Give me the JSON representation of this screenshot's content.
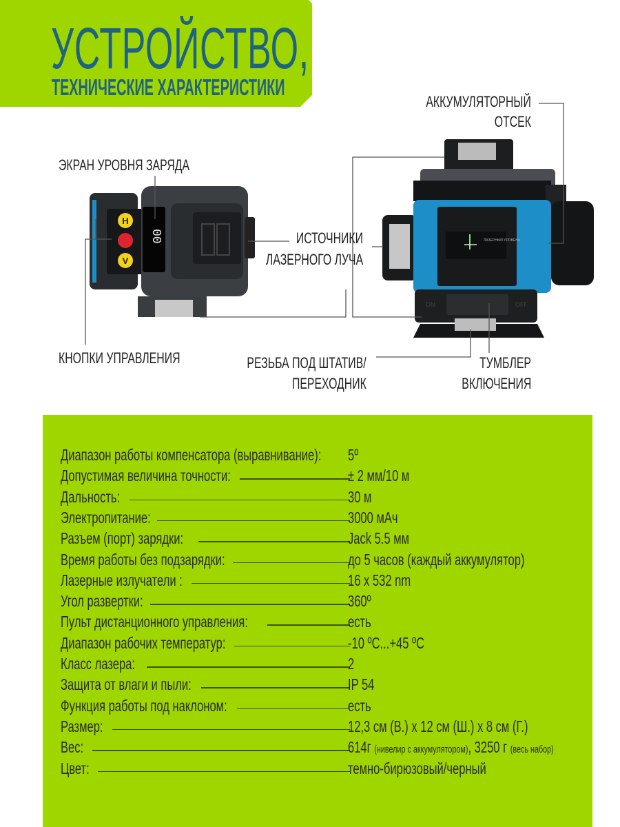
{
  "header": {
    "title": "УСТРОЙСТВО,",
    "subtitle": "ТЕХНИЧЕСКИЕ ХАРАКТЕРИСТИКИ"
  },
  "callouts": {
    "battery_line1": "АККУМУЛЯТОРНЫЙ",
    "battery_line2": "ОТСЕК",
    "screen": "ЭКРАН УРОВНЯ ЗАРЯДА",
    "laser_line1": "ИСТОЧНИКИ",
    "laser_line2": "ЛАЗЕРНОГО ЛУЧА",
    "buttons": "КНОПКИ УПРАВЛЕНИЯ",
    "thread_line1": "РЕЗЬБА ПОД ШТАТИВ/",
    "thread_line2": "ПЕРЕХОДНИК",
    "switch_line1": "ТУМБЛЕР",
    "switch_line2": "ВКЛЮЧЕНИЯ"
  },
  "device": {
    "button_labels": [
      "H",
      "V"
    ],
    "logo_text": "ЛАЗЕРНЫЙ УРОВЕНЬ",
    "switch_on": "ON",
    "switch_off": "OFF"
  },
  "colors": {
    "accent_green": "#a0d600",
    "title_blue": "#1f6384",
    "device_blue": "#1e8ec8"
  },
  "specs": [
    {
      "label": "Диапазон работы компенсатора (выравнивание):",
      "value": "5º"
    },
    {
      "label": "Допустимая величина точности:",
      "value": "± 2 мм/10 м"
    },
    {
      "label": "Дальность:",
      "value": "30 м"
    },
    {
      "label": "Электропитание:",
      "value": "3000 мАч"
    },
    {
      "label": "Разъем (порт) зарядки:",
      "value": "Jack 5.5 мм"
    },
    {
      "label": "Время работы без подзарядки:",
      "value": "до 5 часов (каждый аккумулятор)"
    },
    {
      "label": "Лазерные излучатели :",
      "value": "16 x 532 nm"
    },
    {
      "label": "Угол развертки:",
      "value": "360º"
    },
    {
      "label": "Пульт дистанционного управления:",
      "value": "есть"
    },
    {
      "label": "Диапазон рабочих температур:",
      "value": "-10 ºC...+45 ºC"
    },
    {
      "label": "Класс лазера:",
      "value": "2"
    },
    {
      "label": "Защита от влаги и пыли:",
      "value": "IP 54"
    },
    {
      "label": "Функция работы под наклоном:",
      "value": "есть"
    },
    {
      "label": "Размер:",
      "value": "12,3 см (В.) x 12 см (Ш.) x 8 см (Г.)"
    },
    {
      "label": "Вес:",
      "value": "614г",
      "value_note1": "(нивелир с аккумулятором)",
      "value_mid": ", 3250 г",
      "value_note2": "(весь набор)"
    },
    {
      "label": "Цвет:",
      "value": "темно-бирюзовый/черный"
    }
  ]
}
